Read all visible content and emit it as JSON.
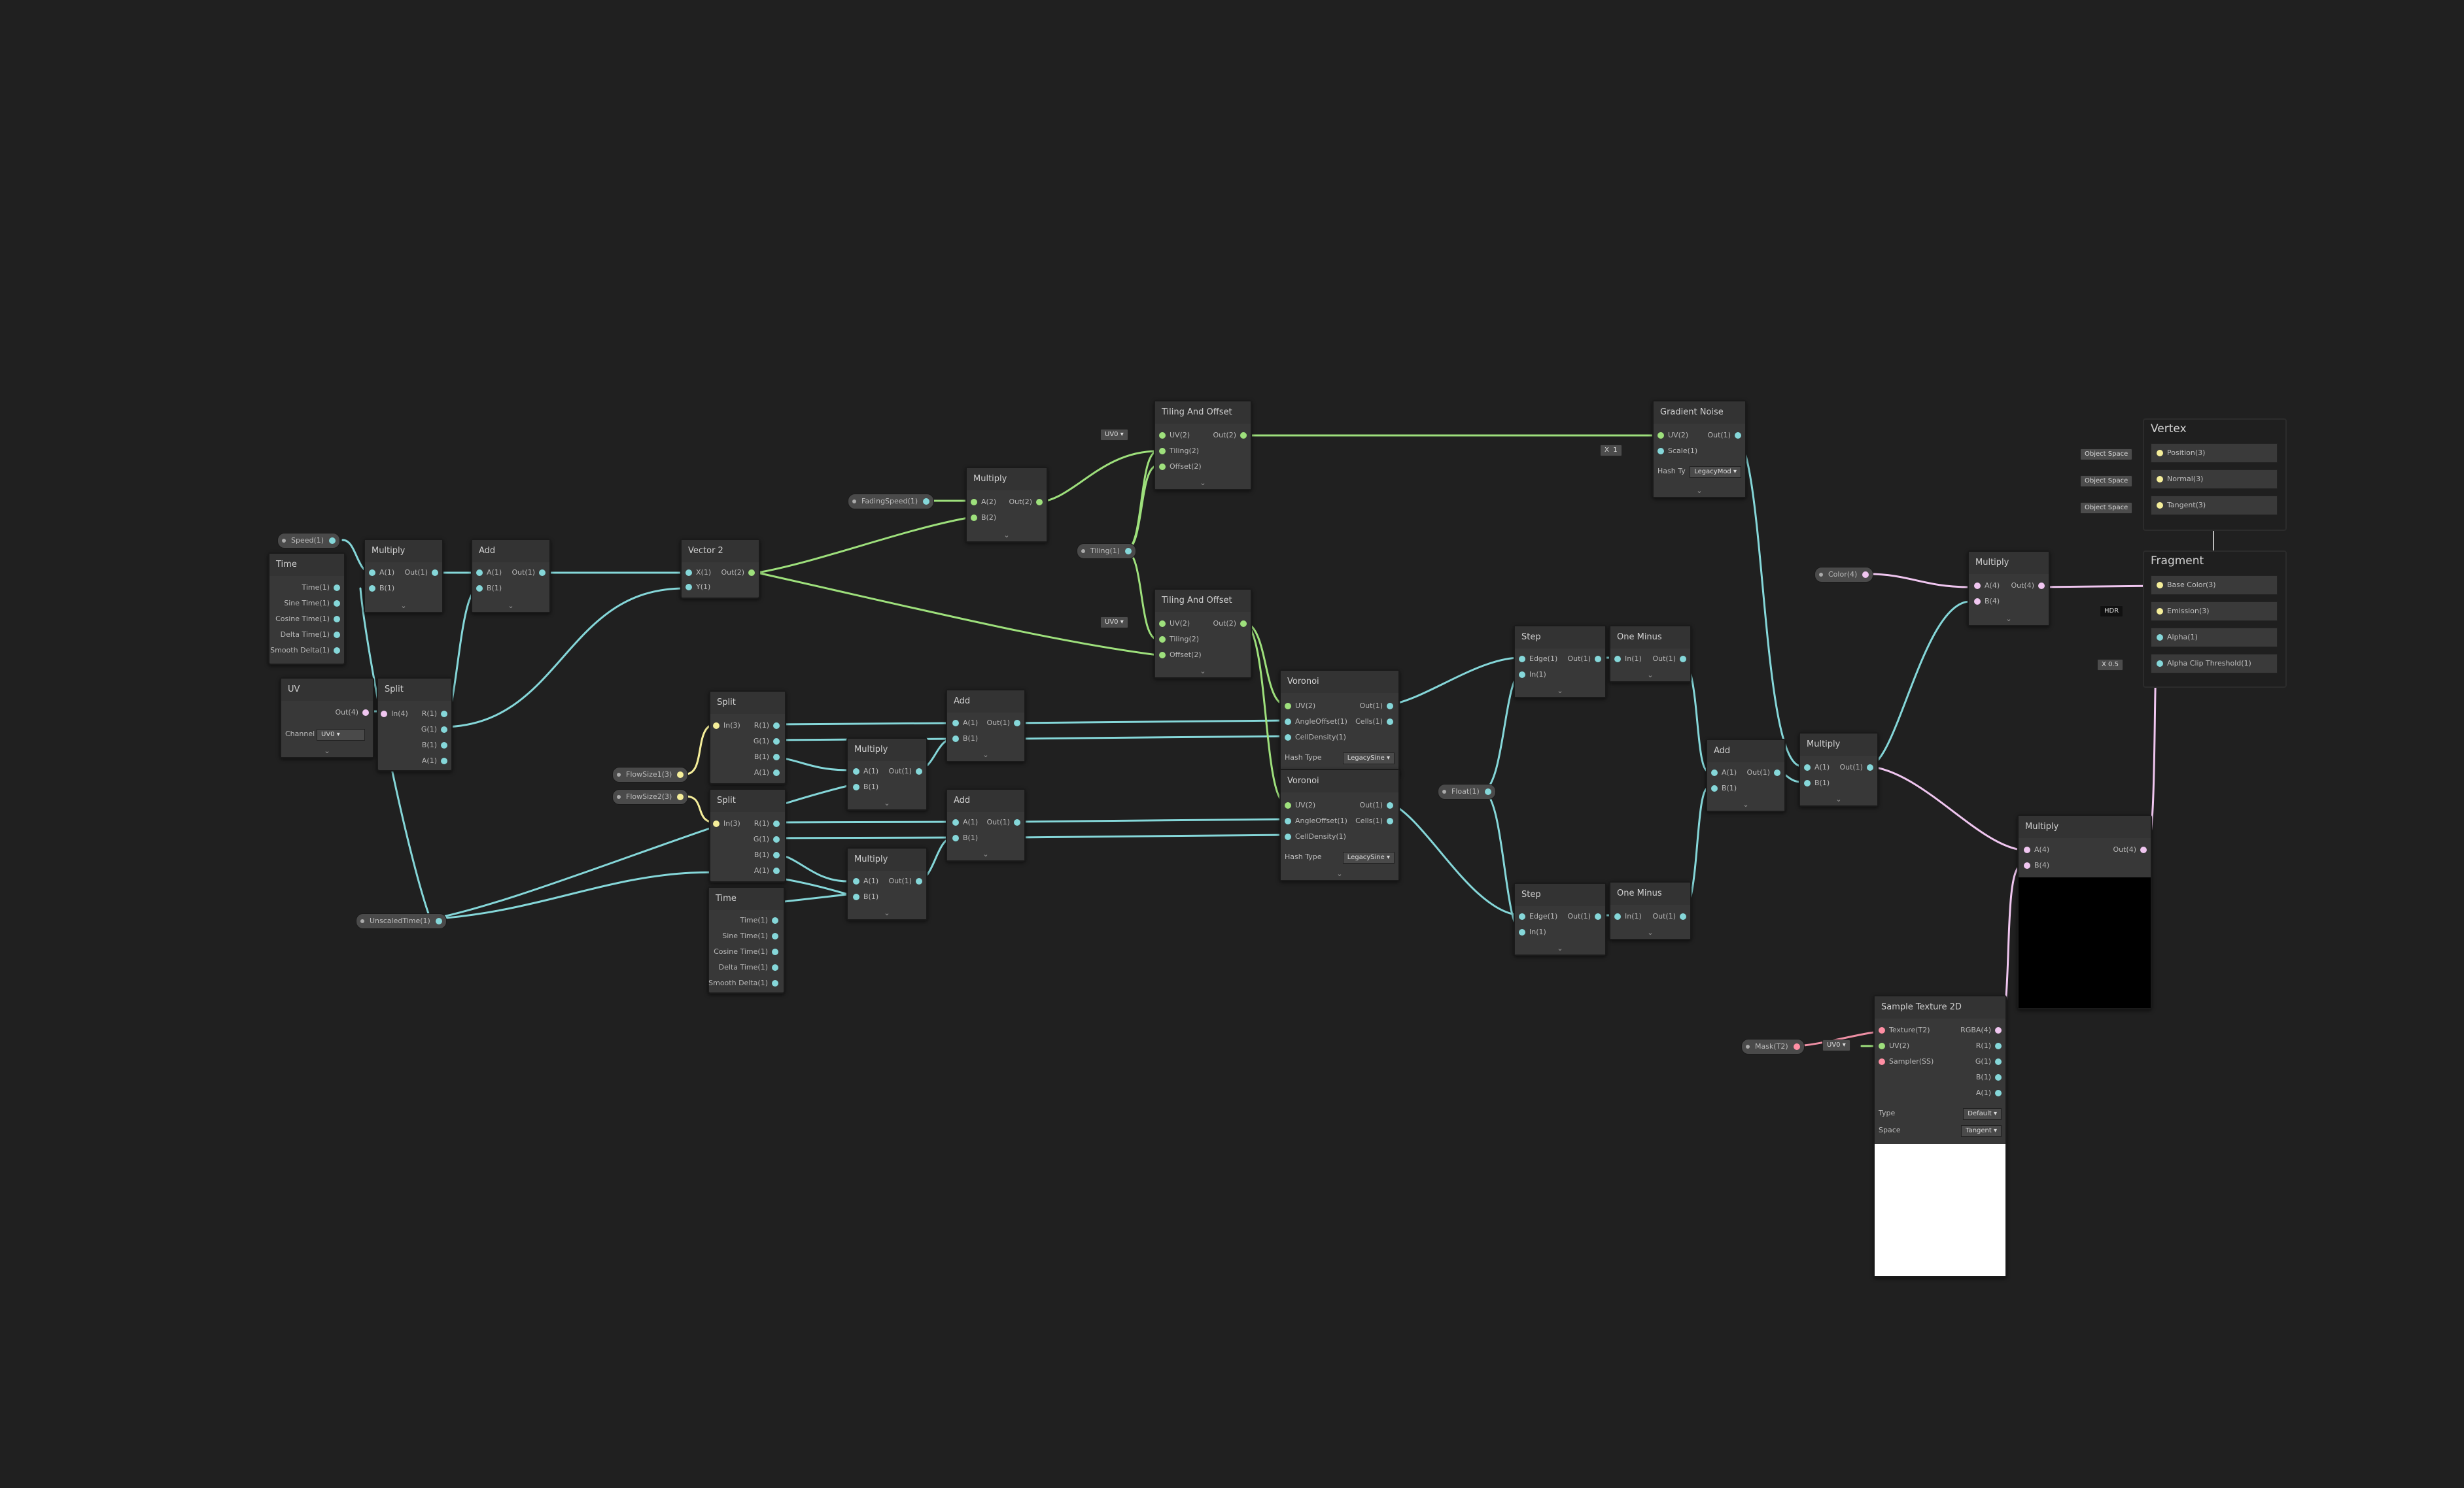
{
  "colors": {
    "background": "#202020",
    "wire_float": "#85d7d9",
    "wire_vector2": "#9ee07c",
    "wire_vector4": "#f0c6f0",
    "wire_texture": "#ee8fa4",
    "port_float": "#85d7d9",
    "port_vector2": "#9ee07c",
    "port_vector3": "#f5ee9a",
    "port_vector4": "#f0c6f0",
    "port_texture": "#ff8fa4",
    "port_uv": "#9ee07c"
  },
  "properties": {
    "speed": "Speed(1)",
    "fading_speed": "FadingSpeed(1)",
    "tiling": "Tiling(1)",
    "flow_size_1": "FlowSize1(3)",
    "flow_size_2": "FlowSize2(3)",
    "unscaled_time": "UnscaledTime(1)",
    "float": "Float(1)",
    "color": "Color(4)",
    "mask": "Mask(T2)"
  },
  "nodes": {
    "time1": {
      "title": "Time",
      "outputs": [
        "Time(1)",
        "Sine Time(1)",
        "Cosine Time(1)",
        "Delta Time(1)",
        "Smooth Delta(1)"
      ]
    },
    "multiply1": {
      "title": "Multiply",
      "inputs": [
        "A(1)",
        "B(1)"
      ],
      "outputs": [
        "Out(1)"
      ]
    },
    "add1": {
      "title": "Add",
      "inputs": [
        "A(1)",
        "B(1)"
      ],
      "outputs": [
        "Out(1)"
      ]
    },
    "uv": {
      "title": "UV",
      "outputs": [
        "Out(4)"
      ],
      "channel_label": "Channel",
      "channel_value": "UV0"
    },
    "split1": {
      "title": "Split",
      "inputs": [
        "In(4)"
      ],
      "outputs": [
        "R(1)",
        "G(1)",
        "B(1)",
        "A(1)"
      ]
    },
    "vector2": {
      "title": "Vector 2",
      "inputs": [
        "X(1)",
        "Y(1)"
      ],
      "outputs": [
        "Out(2)"
      ]
    },
    "multiply2": {
      "title": "Multiply",
      "inputs": [
        "A(2)",
        "B(2)"
      ],
      "outputs": [
        "Out(2)"
      ]
    },
    "tiling1": {
      "title": "Tiling And Offset",
      "inputs": [
        "UV(2)",
        "Tiling(2)",
        "Offset(2)"
      ],
      "outputs": [
        "Out(2)"
      ],
      "uv_chip": "UV0"
    },
    "tiling2": {
      "title": "Tiling And Offset",
      "inputs": [
        "UV(2)",
        "Tiling(2)",
        "Offset(2)"
      ],
      "outputs": [
        "Out(2)"
      ],
      "uv_chip": "UV0"
    },
    "split2": {
      "title": "Split",
      "inputs": [
        "In(3)"
      ],
      "outputs": [
        "R(1)",
        "G(1)",
        "B(1)",
        "A(1)"
      ]
    },
    "split3": {
      "title": "Split",
      "inputs": [
        "In(3)"
      ],
      "outputs": [
        "R(1)",
        "G(1)",
        "B(1)",
        "A(1)"
      ]
    },
    "add2": {
      "title": "Add",
      "inputs": [
        "A(1)",
        "B(1)"
      ],
      "outputs": [
        "Out(1)"
      ]
    },
    "add3": {
      "title": "Add",
      "inputs": [
        "A(1)",
        "B(1)"
      ],
      "outputs": [
        "Out(1)"
      ]
    },
    "multiply3": {
      "title": "Multiply",
      "inputs": [
        "A(1)",
        "B(1)"
      ],
      "outputs": [
        "Out(1)"
      ]
    },
    "multiply4": {
      "title": "Multiply",
      "inputs": [
        "A(1)",
        "B(1)"
      ],
      "outputs": [
        "Out(1)"
      ]
    },
    "time2": {
      "title": "Time",
      "outputs": [
        "Time(1)",
        "Sine Time(1)",
        "Cosine Time(1)",
        "Delta Time(1)",
        "Smooth Delta(1)"
      ]
    },
    "voronoi1": {
      "title": "Voronoi",
      "inputs": [
        "UV(2)",
        "AngleOffset(1)",
        "CellDensity(1)"
      ],
      "outputs": [
        "Out(1)",
        "Cells(1)"
      ],
      "hash_label": "Hash Type",
      "hash_value": "LegacySine"
    },
    "voronoi2": {
      "title": "Voronoi",
      "inputs": [
        "UV(2)",
        "AngleOffset(1)",
        "CellDensity(1)"
      ],
      "outputs": [
        "Out(1)",
        "Cells(1)"
      ],
      "hash_label": "Hash Type",
      "hash_value": "LegacySine"
    },
    "gradient_noise": {
      "title": "Gradient Noise",
      "inputs": [
        "UV(2)",
        "Scale(1)"
      ],
      "outputs": [
        "Out(1)"
      ],
      "hash_label": "Hash Ty",
      "hash_value": "LegacyMod",
      "scale_x": "X",
      "scale_value": "1"
    },
    "step1": {
      "title": "Step",
      "inputs": [
        "Edge(1)",
        "In(1)"
      ],
      "outputs": [
        "Out(1)"
      ]
    },
    "step2": {
      "title": "Step",
      "inputs": [
        "Edge(1)",
        "In(1)"
      ],
      "outputs": [
        "Out(1)"
      ]
    },
    "one_minus1": {
      "title": "One Minus",
      "inputs": [
        "In(1)"
      ],
      "outputs": [
        "Out(1)"
      ]
    },
    "one_minus2": {
      "title": "One Minus",
      "inputs": [
        "In(1)"
      ],
      "outputs": [
        "Out(1)"
      ]
    },
    "add4": {
      "title": "Add",
      "inputs": [
        "A(1)",
        "B(1)"
      ],
      "outputs": [
        "Out(1)"
      ]
    },
    "multiply5": {
      "title": "Multiply",
      "inputs": [
        "A(1)",
        "B(1)"
      ],
      "outputs": [
        "Out(1)"
      ]
    },
    "multiply6": {
      "title": "Multiply",
      "inputs": [
        "A(4)",
        "B(4)"
      ],
      "outputs": [
        "Out(4)"
      ]
    },
    "multiply7": {
      "title": "Multiply",
      "inputs": [
        "A(4)",
        "B(4)"
      ],
      "outputs": [
        "Out(4)"
      ]
    },
    "sample_texture": {
      "title": "Sample Texture 2D",
      "inputs": [
        "Texture(T2)",
        "UV(2)",
        "Sampler(SS)"
      ],
      "outputs": [
        "RGBA(4)",
        "R(1)",
        "G(1)",
        "B(1)",
        "A(1)"
      ],
      "type_label": "Type",
      "type_value": "Default",
      "space_label": "Space",
      "space_value": "Tangent",
      "uv_chip": "UV0"
    }
  },
  "master": {
    "vertex": {
      "title": "Vertex",
      "blocks": [
        {
          "space": "Object Space",
          "label": "Position(3)"
        },
        {
          "space": "Object Space",
          "label": "Normal(3)"
        },
        {
          "space": "Object Space",
          "label": "Tangent(3)"
        }
      ]
    },
    "fragment": {
      "title": "Fragment",
      "blocks": [
        {
          "label": "Base Color(3)"
        },
        {
          "chip": "HDR",
          "label": "Emission(3)"
        },
        {
          "label": "Alpha(1)"
        },
        {
          "chip": "X  0.5",
          "label": "Alpha Clip Threshold(1)"
        }
      ]
    }
  }
}
